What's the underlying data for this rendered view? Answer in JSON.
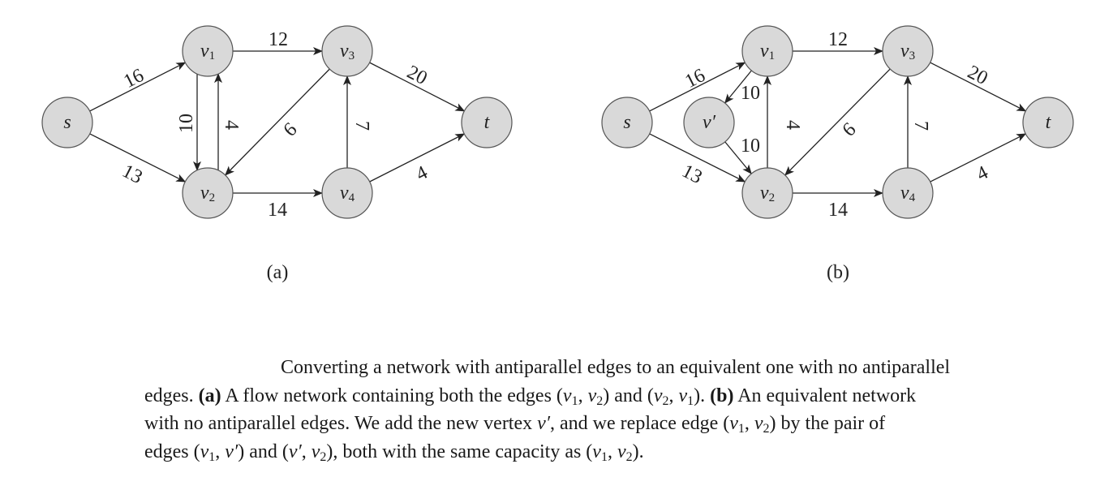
{
  "panels": [
    {
      "id": "a",
      "label": "(a)",
      "nodes": [
        {
          "id": "s",
          "base": "s",
          "sub": ""
        },
        {
          "id": "v1",
          "base": "v",
          "sub": "1"
        },
        {
          "id": "v2",
          "base": "v",
          "sub": "2"
        },
        {
          "id": "v3",
          "base": "v",
          "sub": "3"
        },
        {
          "id": "v4",
          "base": "v",
          "sub": "4"
        },
        {
          "id": "t",
          "base": "t",
          "sub": ""
        }
      ],
      "edges": [
        {
          "from": "s",
          "to": "v1",
          "capacity": "16"
        },
        {
          "from": "s",
          "to": "v2",
          "capacity": "13"
        },
        {
          "from": "v1",
          "to": "v3",
          "capacity": "12"
        },
        {
          "from": "v1",
          "to": "v2",
          "capacity": "10"
        },
        {
          "from": "v2",
          "to": "v1",
          "capacity": "4"
        },
        {
          "from": "v3",
          "to": "v2",
          "capacity": "9"
        },
        {
          "from": "v2",
          "to": "v4",
          "capacity": "14"
        },
        {
          "from": "v4",
          "to": "v3",
          "capacity": "7"
        },
        {
          "from": "v3",
          "to": "t",
          "capacity": "20"
        },
        {
          "from": "v4",
          "to": "t",
          "capacity": "4"
        }
      ]
    },
    {
      "id": "b",
      "label": "(b)",
      "nodes": [
        {
          "id": "s",
          "base": "s",
          "sub": ""
        },
        {
          "id": "v1",
          "base": "v",
          "sub": "1"
        },
        {
          "id": "vp",
          "base": "v′",
          "sub": ""
        },
        {
          "id": "v2",
          "base": "v",
          "sub": "2"
        },
        {
          "id": "v3",
          "base": "v",
          "sub": "3"
        },
        {
          "id": "v4",
          "base": "v",
          "sub": "4"
        },
        {
          "id": "t",
          "base": "t",
          "sub": ""
        }
      ],
      "edges": [
        {
          "from": "s",
          "to": "v1",
          "capacity": "16"
        },
        {
          "from": "s",
          "to": "v2",
          "capacity": "13"
        },
        {
          "from": "v1",
          "to": "v3",
          "capacity": "12"
        },
        {
          "from": "v1",
          "to": "vp",
          "capacity": "10"
        },
        {
          "from": "vp",
          "to": "v2",
          "capacity": "10"
        },
        {
          "from": "v2",
          "to": "v1",
          "capacity": "4"
        },
        {
          "from": "v3",
          "to": "v2",
          "capacity": "9"
        },
        {
          "from": "v2",
          "to": "v4",
          "capacity": "14"
        },
        {
          "from": "v4",
          "to": "v3",
          "capacity": "7"
        },
        {
          "from": "v3",
          "to": "t",
          "capacity": "20"
        },
        {
          "from": "v4",
          "to": "t",
          "capacity": "4"
        }
      ]
    }
  ],
  "caption": {
    "line1": "Converting a network with antiparallel edges to an equivalent one with no antiparallel",
    "l2_a": "edges.",
    "l2_b": "(a)",
    "l2_c": "A flow network containing both the edges (",
    "l2_d": ") and (",
    "l2_e": ").",
    "l2_f": "(b)",
    "l2_g": "An equivalent network",
    "l3_a": "with no antiparallel edges. We add the new vertex",
    "l3_b": ", and we replace edge (",
    "l3_c": ") by the pair of",
    "l4_a": "edges (",
    "l4_b": ") and (",
    "l4_c": "), both with the same capacity as (",
    "l4_d": ").",
    "v": "ν",
    "vprime": "ν′",
    "comma": ", ",
    "one": "1",
    "two": "2"
  }
}
